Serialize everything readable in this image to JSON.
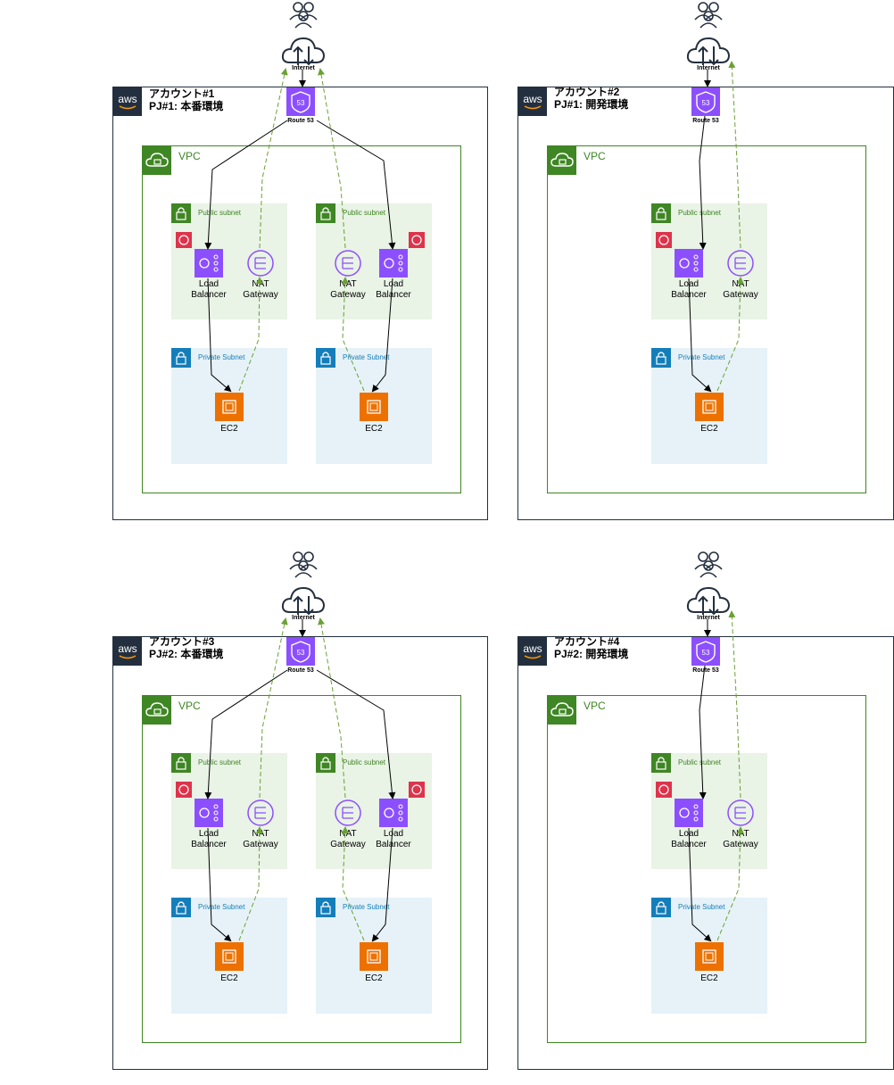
{
  "colors": {
    "account_border": "#232f3e",
    "vpc_green": "#3f8624",
    "public_subnet_bg": "#e9f3e6",
    "private_subnet_bg": "#e6f2f8",
    "private_blue": "#147eba",
    "route53_purple": "#8c4fff",
    "ec2_orange": "#ed7100",
    "waf_red": "#dd344c",
    "outbound_arrow": "#6aa135"
  },
  "labels": {
    "internet": "Internet",
    "route53": "Route 53",
    "vpc": "VPC",
    "public_subnet": "Public subnet",
    "private_subnet": "Private Subnet",
    "load_balancer": [
      "Load",
      "Balancer"
    ],
    "nat_gateway": [
      "NAT",
      "Gateway"
    ],
    "ec2": "EC2"
  },
  "panels": [
    {
      "account": "アカウント#1",
      "project": "PJ#1: 本番環境"
    },
    {
      "account": "アカウント#2",
      "project": "PJ#1: 開発環境"
    },
    {
      "account": "アカウント#3",
      "project": "PJ#2: 本番環境"
    },
    {
      "account": "アカウント#4",
      "project": "PJ#2: 開発環境"
    }
  ]
}
